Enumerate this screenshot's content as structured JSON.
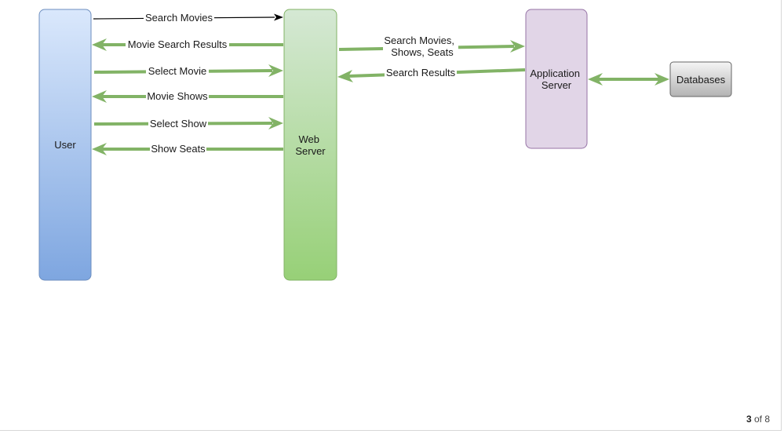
{
  "diagram": {
    "nodes": {
      "user": "User",
      "web_server": [
        "Web",
        "Server"
      ],
      "app_server": [
        "Application",
        "Server"
      ],
      "databases": "Databases"
    },
    "edges": {
      "search_movies": "Search Movies",
      "movie_search_results": "Movie Search Results",
      "select_movie": "Select Movie",
      "movie_shows": "Movie Shows",
      "select_show": "Select Show",
      "show_seats": "Show Seats",
      "search_movies_shows_seats": [
        "Search Movies,",
        "Shows, Seats"
      ],
      "search_results": "Search Results"
    },
    "colors": {
      "user_fill_top": "#dae8fc",
      "user_fill_bottom": "#7ea6e0",
      "user_stroke": "#6c8ebf",
      "web_fill_top": "#d5e8d4",
      "web_fill_bottom": "#97d077",
      "web_stroke": "#82b366",
      "app_fill": "#e1d5e7",
      "app_stroke": "#9673a6",
      "db_fill_top": "#f5f5f5",
      "db_fill_bottom": "#b3b3b3",
      "db_stroke": "#666666",
      "green_arrow": "#82b366",
      "black_arrow": "#000000"
    }
  },
  "pager": {
    "current": "3",
    "of_text": "of 8"
  }
}
